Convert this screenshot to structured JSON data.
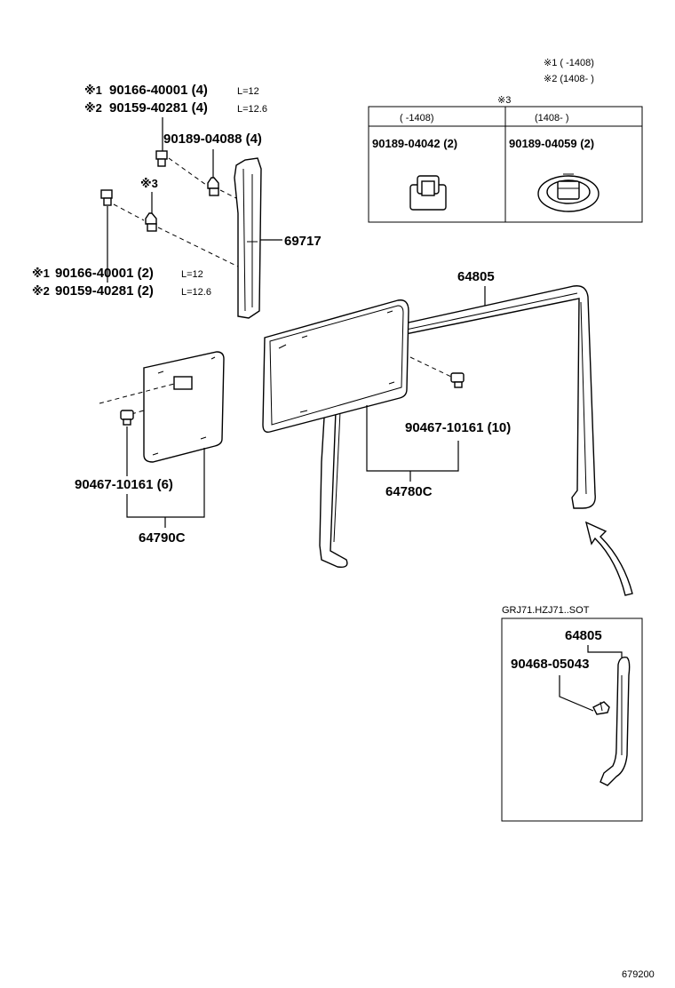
{
  "legend": {
    "line1": "※1 (      -1408)",
    "line2": "※2 (1408-      )"
  },
  "clip_table": {
    "mark": "※3",
    "col1_header": "(      -1408)",
    "col2_header": "(1408-      )",
    "col1_part": "90189-04042 (2)",
    "col2_part": "90189-04059 (2)"
  },
  "labels": {
    "screw_top_1_mark": "※1",
    "screw_top_1": "90166-40001 (4)",
    "screw_top_1_len": "L=12",
    "screw_top_2_mark": "※2",
    "screw_top_2": "90159-40281 (4)",
    "screw_top_2_len": "L=12.6",
    "clip_top": "90189-04088 (4)",
    "clip_mid_mark": "※3",
    "pillar": "69717",
    "screw_mid_1_mark": "※1",
    "screw_mid_1": "90166-40001 (2)",
    "screw_mid_1_len": "L=12",
    "screw_mid_2_mark": "※2",
    "screw_mid_2": "90159-40281 (2)",
    "screw_mid_2_len": "L=12.6",
    "weatherstrip": "64805",
    "clip_center": "90467-10161 (10)",
    "board_center": "64780C",
    "clip_left": "90467-10161 (6)",
    "board_left": "64790C",
    "inset_title": "GRJ71.HZJ71..SOT",
    "inset_strip": "64805",
    "inset_clip": "90468-05043",
    "figure_number": "679200"
  }
}
